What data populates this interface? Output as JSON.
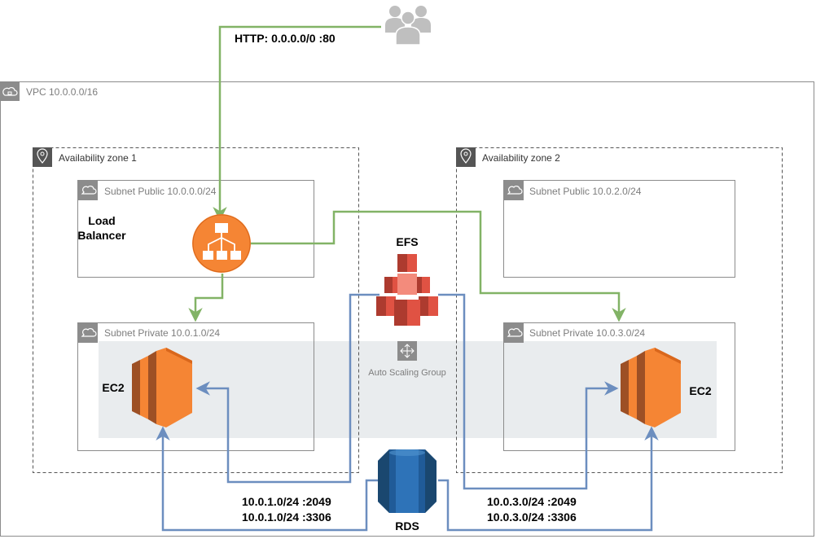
{
  "vpc": {
    "label": "VPC 10.0.0.0/16"
  },
  "zones": [
    {
      "label": "Availability zone 1"
    },
    {
      "label": "Availability zone 2"
    }
  ],
  "subnets": {
    "public_1": "Subnet Public 10.0.0.0/24",
    "public_2": "Subnet Public 10.0.2.0/24",
    "private_1": "Subnet Private 10.0.1.0/24",
    "private_2": "Subnet Private 10.0.3.0/24"
  },
  "nodes": {
    "users": {
      "icon": "users-icon"
    },
    "load_balancer": {
      "label_line1": "Load",
      "label_line2": "Balancer",
      "icon": "load-balancer-icon"
    },
    "efs": {
      "label": "EFS",
      "icon": "efs-icon"
    },
    "rds": {
      "label": "RDS",
      "icon": "rds-icon"
    },
    "ec2_left": {
      "label": "EC2",
      "icon": "ec2-icon"
    },
    "ec2_right": {
      "label": "EC2",
      "icon": "ec2-icon"
    },
    "asg": {
      "label": "Auto Scaling Group",
      "icon": "auto-scaling-icon"
    }
  },
  "edges": {
    "http": "HTTP: 0.0.0.0/0 :80",
    "left_efs": "10.0.1.0/24 :2049",
    "left_rds": "10.0.1.0/24 :3306",
    "right_efs": "10.0.3.0/24 :2049",
    "right_rds": "10.0.3.0/24 :3306"
  },
  "colors": {
    "green_line": "#82b366",
    "blue_line": "#6c8ebf",
    "orange": "#f58534",
    "efs_red": "#e05243",
    "rds_blue": "#2e73b8",
    "asg_fill": "#e9ecee"
  }
}
